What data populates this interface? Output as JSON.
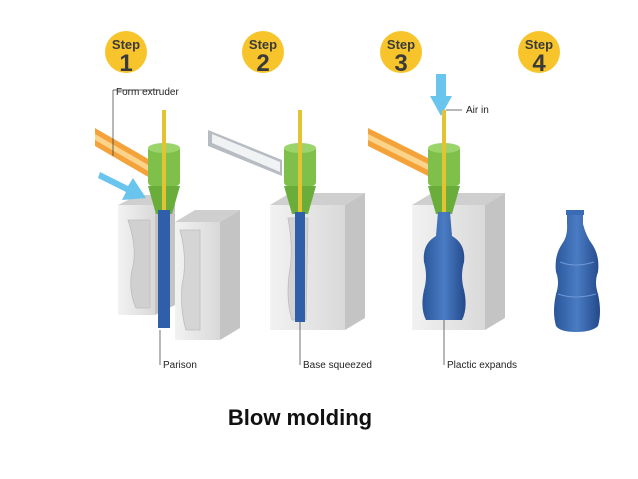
{
  "steps": [
    {
      "word": "Step",
      "number": "1"
    },
    {
      "word": "Step",
      "number": "2"
    },
    {
      "word": "Step",
      "number": "3"
    },
    {
      "word": "Step",
      "number": "4"
    }
  ],
  "labels": {
    "form_extruder": "Form extruder",
    "air_in": "Air in",
    "parison": "Parison",
    "base_squeezed": "Base squeezed",
    "plastic_expands": "Plactic expands"
  },
  "caption": "Blow molding",
  "colors": {
    "badge": "#f7c52b",
    "extruder_orange": "#f4a23a",
    "die_green": "#7fc04a",
    "parison_blue": "#2f5fa8",
    "air_arrow": "#6ac5ee",
    "mold_grey": "#e6e6e6"
  }
}
